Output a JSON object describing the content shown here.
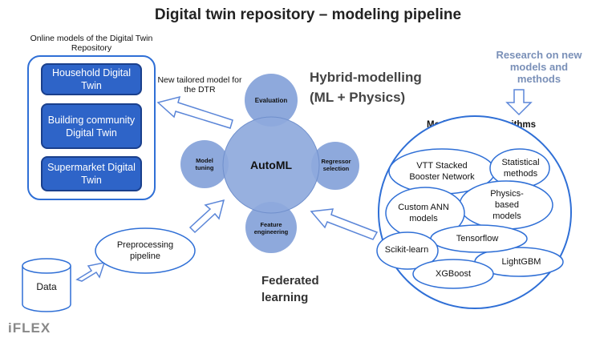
{
  "title": "Digital twin repository – modeling pipeline",
  "repository": {
    "caption": "Online models of the Digital Twin Repository",
    "twins": [
      "Household Digital Twin",
      "Building community Digital Twin",
      "Supermarket Digital Twin"
    ]
  },
  "tailored_note": "New tailored model for the DTR",
  "hybrid": "Hybrid-modelling (ML + Physics)",
  "automl": {
    "center": "AutoML",
    "evaluation": "Evaluation",
    "model_tuning": "Model tuning",
    "regressor_selection": "Regressor selection",
    "feature_engineering": "Feature engineering"
  },
  "research": "Research on new models and methods",
  "modeling_repo": {
    "title": "Modeling and algorithms repository",
    "items": [
      "VTT Stacked Booster Network",
      "Statistical methods",
      "Physics-based models",
      "Custom ANN models",
      "Tensorflow",
      "Scikit-learn",
      "LightGBM",
      "XGBoost"
    ]
  },
  "preprocessing": "Preprocessing pipeline",
  "data": "Data",
  "federated": "Federated learning",
  "logo": "iFLEX",
  "colors": {
    "brand_blue": "#2e64c8",
    "outline_blue": "#2f6fd6",
    "circle_fill": "#8ea9dc",
    "research_text": "#7a90b8"
  }
}
